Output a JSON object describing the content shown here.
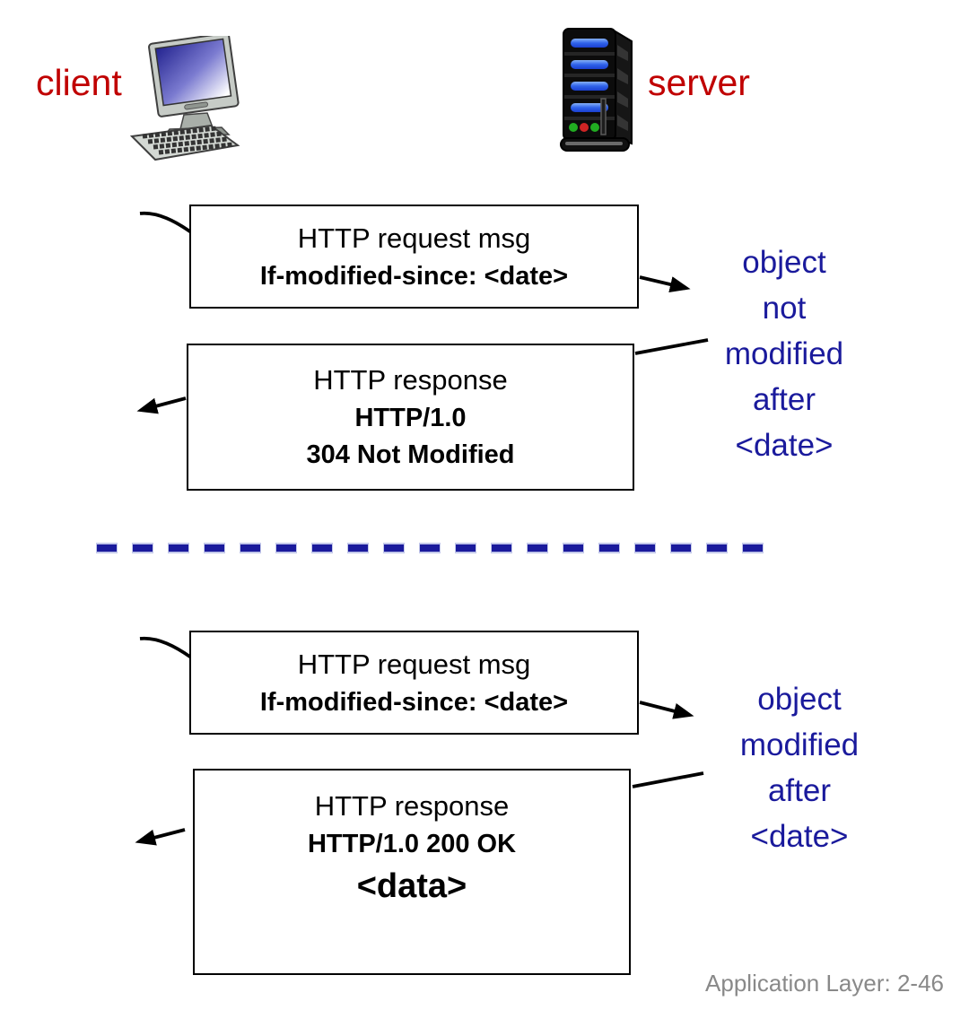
{
  "slide": {
    "client_label": "client",
    "server_label": "server",
    "footer": "Application Layer: 2-46"
  },
  "colors": {
    "accent_red": "#c00000",
    "accent_blue": "#1a1a9c",
    "footer_gray": "#898989",
    "line_black": "#000000"
  },
  "scenario1": {
    "request_box": {
      "title": "HTTP request msg",
      "header": "If-modified-since: <date>"
    },
    "server_note_lines": [
      "object",
      "not",
      "modified",
      "after",
      "<date>"
    ],
    "response_box": {
      "title": "HTTP response",
      "status_line1": "HTTP/1.0",
      "status_line2": "304 Not Modified"
    }
  },
  "scenario2": {
    "request_box": {
      "title": "HTTP request msg",
      "header": "If-modified-since: <date>"
    },
    "server_note_lines": [
      "object",
      "modified",
      "after",
      "<date>"
    ],
    "response_box": {
      "title": "HTTP response",
      "status_line1": "HTTP/1.0 200 OK",
      "body": "<data>"
    }
  }
}
